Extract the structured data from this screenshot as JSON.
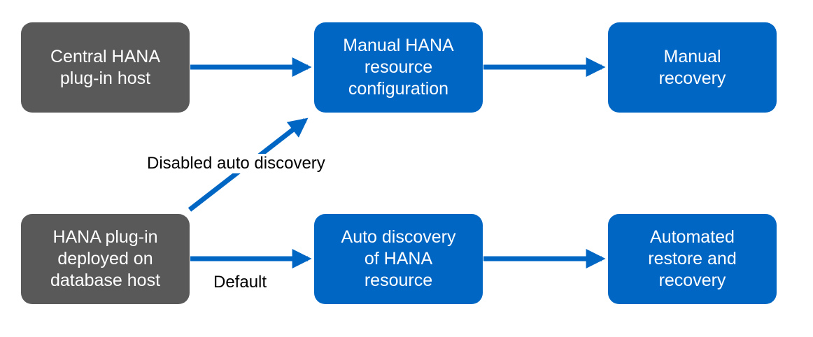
{
  "nodes": {
    "central_host": {
      "lines": [
        "Central HANA",
        "plug-in host"
      ]
    },
    "manual_config": {
      "lines": [
        "Manual HANA",
        "resource",
        "configuration"
      ]
    },
    "manual_recovery": {
      "lines": [
        "Manual",
        "recovery"
      ]
    },
    "plugin_deployed": {
      "lines": [
        "HANA plug-in",
        "deployed on",
        "database host"
      ]
    },
    "auto_discovery": {
      "lines": [
        "Auto discovery",
        "of HANA",
        "resource"
      ]
    },
    "automated_restore": {
      "lines": [
        "Automated",
        "restore and",
        "recovery"
      ]
    }
  },
  "edge_labels": {
    "disabled_auto_discovery": "Disabled auto discovery",
    "default": "Default"
  },
  "colors": {
    "gray_box": "#595959",
    "blue_box": "#0066c4",
    "arrow": "#0066c4",
    "box_text": "#ffffff",
    "label_text": "#000000"
  }
}
